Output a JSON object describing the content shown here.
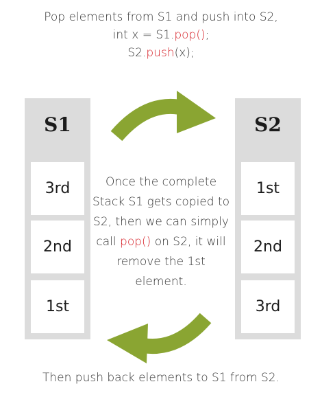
{
  "top_text": {
    "line1": "Pop elements from S1 and push into S2,",
    "line2_prefix": "int x = S1.",
    "line2_method": "pop()",
    "line2_suffix": ";",
    "line3_prefix": "S2.",
    "line3_method": "push",
    "line3_suffix": "(x);"
  },
  "stacks": {
    "s1": {
      "title": "S1",
      "cells": [
        "3rd",
        "2nd",
        "1st"
      ]
    },
    "s2": {
      "title": "S2",
      "cells": [
        "1st",
        "2nd",
        "3rd"
      ]
    }
  },
  "middle_text": {
    "line1": "Once the complete",
    "line2": "Stack S1 gets copied to",
    "line3": "S2, then we can simply",
    "line4_prefix": "call ",
    "line4_method": "pop()",
    "line4_suffix": " on S2, it will",
    "line5": "remove the 1st element."
  },
  "bottom_text": "Then push back elements to S1 from S2.",
  "colors": {
    "arrow": "#8aa532",
    "highlight": "#d62027",
    "stack_bg": "#dcdcdc"
  },
  "icons": [
    "curved-arrow-right-icon",
    "curved-arrow-left-icon"
  ]
}
